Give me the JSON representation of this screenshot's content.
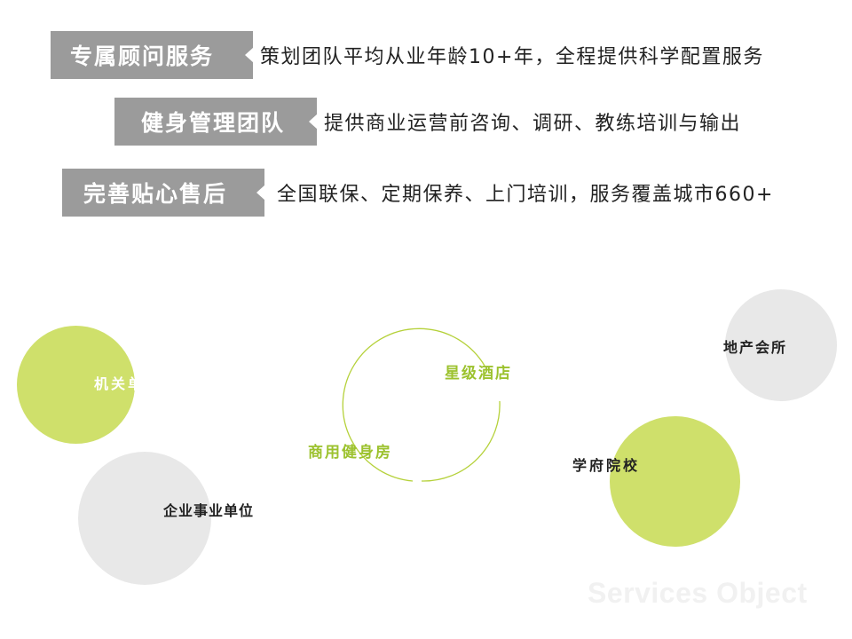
{
  "services": [
    {
      "title": "专属顾问服务",
      "description": "策划团队平均从业年龄10+年，全程提供科学配置服务"
    },
    {
      "title": "健身管理团队",
      "description": "提供商业运营前咨询、调研、教练培训与输出"
    },
    {
      "title": "完善贴心售后",
      "description": "全国联保、定期保养、上门培训，服务覆盖城市660+"
    }
  ],
  "objects": {
    "government": "机关单位",
    "enterprise": "企业事业单位",
    "hotel": "星级酒店",
    "commercial_gym": "商用健身房",
    "real_estate": "地产会所",
    "school": "学府院校"
  },
  "watermark": "Services Object",
  "colors": {
    "accent_green": "#cfe06b",
    "label_green": "#9cc22e",
    "tag_grey": "#9b9b9b",
    "circle_grey": "#e8e8e8"
  }
}
